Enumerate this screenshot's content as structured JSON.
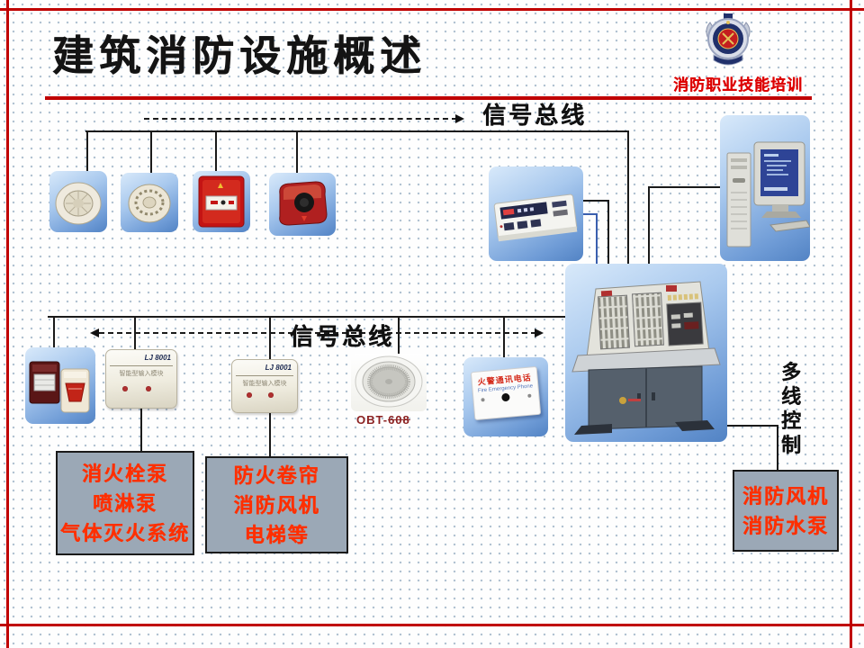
{
  "header": {
    "title": "建筑消防设施概述",
    "logo_caption": "消防职业技能培训"
  },
  "buses": {
    "top_label": "信号总线",
    "middle_label": "信号总线"
  },
  "labels": {
    "multiline_control": "多线控制"
  },
  "module": {
    "label": "LJ 8001",
    "subtitle": "智能型输入模块"
  },
  "speaker": {
    "model_prefix": "OBT-",
    "model_number": "608"
  },
  "phone": {
    "line1": "火警通讯电话",
    "line2": "Fire Emergency Phone"
  },
  "boxes": {
    "pumps": [
      "消火栓泵",
      "喷淋泵",
      "气体灭火系统"
    ],
    "shutters": [
      "防火卷帘",
      "消防风机",
      "电梯等"
    ],
    "fans": [
      "消防风机",
      "消防水泵"
    ]
  },
  "colors": {
    "accent_red": "#c00000",
    "box_background": "#9ba8b6",
    "box_text": "#ff2f00",
    "connector_black": "#1a1a1a",
    "connector_blue": "#3a5fae",
    "photo_blue_top": "#d8e9fa",
    "photo_blue_bottom": "#5283c4"
  }
}
